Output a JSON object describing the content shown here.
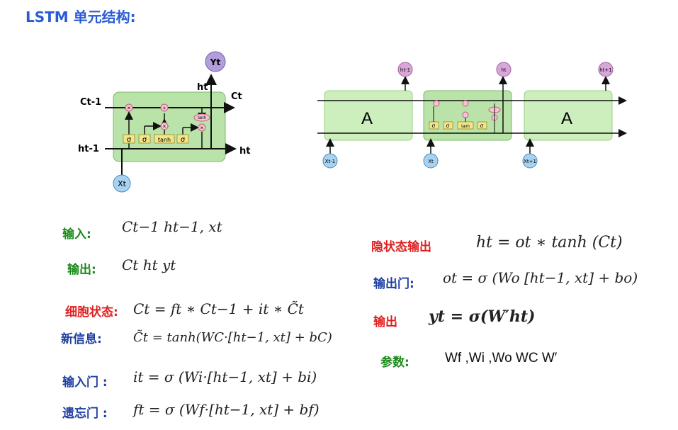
{
  "title": "LSTM 单元结构:",
  "cell": {
    "labels": {
      "y": "Yt",
      "h_top": "ht",
      "c_prev": "Ct-1",
      "c_next": "Ct",
      "h_prev": "ht-1",
      "h_next": "ht",
      "x": "Xt"
    },
    "gates": [
      "σ",
      "σ",
      "tanh",
      "σ"
    ],
    "ops": [
      "×",
      "+",
      "×",
      "tanh",
      "×"
    ]
  },
  "chain": {
    "block_label": "A",
    "outputs": [
      "ht-1",
      "ht",
      "ht+1"
    ],
    "inputs": [
      "Xt-1",
      "Xt",
      "Xt+1"
    ],
    "gates": [
      "σ",
      "σ",
      "tanh",
      "σ"
    ]
  },
  "formulas": {
    "input_label": "输入:",
    "input_eq": "Ct−1  ht−1, xt",
    "output_label": "输出:",
    "output_eq": "Ct   ht   yt",
    "cell_state_label": "细胞状态:",
    "cell_state_eq": "Ct = ft ∗ Ct−1 + it ∗ C̃t",
    "new_info_label": "新信息:",
    "new_info_eq": "C̃t = tanh(WC·[ht−1, xt]  +  bC)",
    "input_gate_label": "输入门 :",
    "input_gate_eq": "it = σ (Wi·[ht−1, xt]  +  bi)",
    "forget_gate_label": "遗忘门 :",
    "forget_gate_eq": "ft = σ (Wf·[ht−1, xt]  +  bf)",
    "hidden_out_label": "隐状态输出",
    "hidden_out_eq": "ht = ot ∗ tanh (Ct)",
    "output_gate_label": "输出门:",
    "output_gate_eq": "ot = σ (Wo [ht−1, xt]  +  bo)",
    "y_label": "输出",
    "y_eq": "yt = σ(W′ht)",
    "params_label": "参数:",
    "params_eq": "Wf ,Wi ,Wo WC W′"
  },
  "colors": {
    "title": "#2a5bd7",
    "cell_fill": "#b9e3a8",
    "gate_fill": "#f2e58a",
    "op_fill": "#f6c4d4",
    "y_node": "#b39ddb",
    "x_node": "#a7d3f0"
  }
}
